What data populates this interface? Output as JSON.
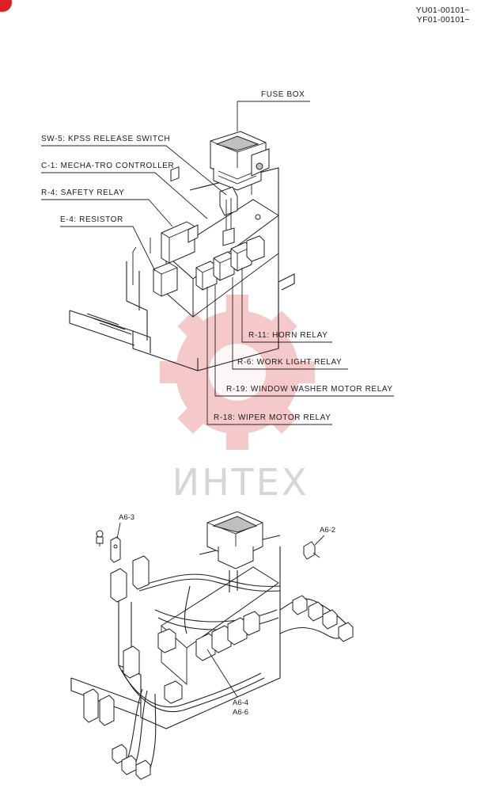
{
  "header": {
    "serial_line_1": "YU01-00101~",
    "serial_line_2": "YF01-00101~"
  },
  "upper_view": {
    "labels": {
      "fuse_box": "FUSE BOX",
      "sw5": "SW-5: KPSS RELEASE SWITCH",
      "c1": "C-1: MECHA-TRO CONTROLLER",
      "r4": "R-4: SAFETY RELAY",
      "e4": "E-4: RESISTOR",
      "r11": "R-11: HORN RELAY",
      "r6": "R-6: WORK LIGHT RELAY",
      "r19": "R-19: WINDOW WASHER MOTOR RELAY",
      "r18": "R-18: WIPER MOTOR RELAY"
    }
  },
  "lower_view": {
    "callouts": {
      "a6_3": "A6-3",
      "a6_2": "A6-2",
      "a6_4": "A6-4",
      "a6_6": "A6-6"
    }
  },
  "watermark": {
    "text": "ИНТЕХ",
    "gear_color": "#f2b8b8",
    "text_color": "#d6d6d6"
  },
  "colors": {
    "line": "#222222",
    "badge": "#e02020"
  }
}
